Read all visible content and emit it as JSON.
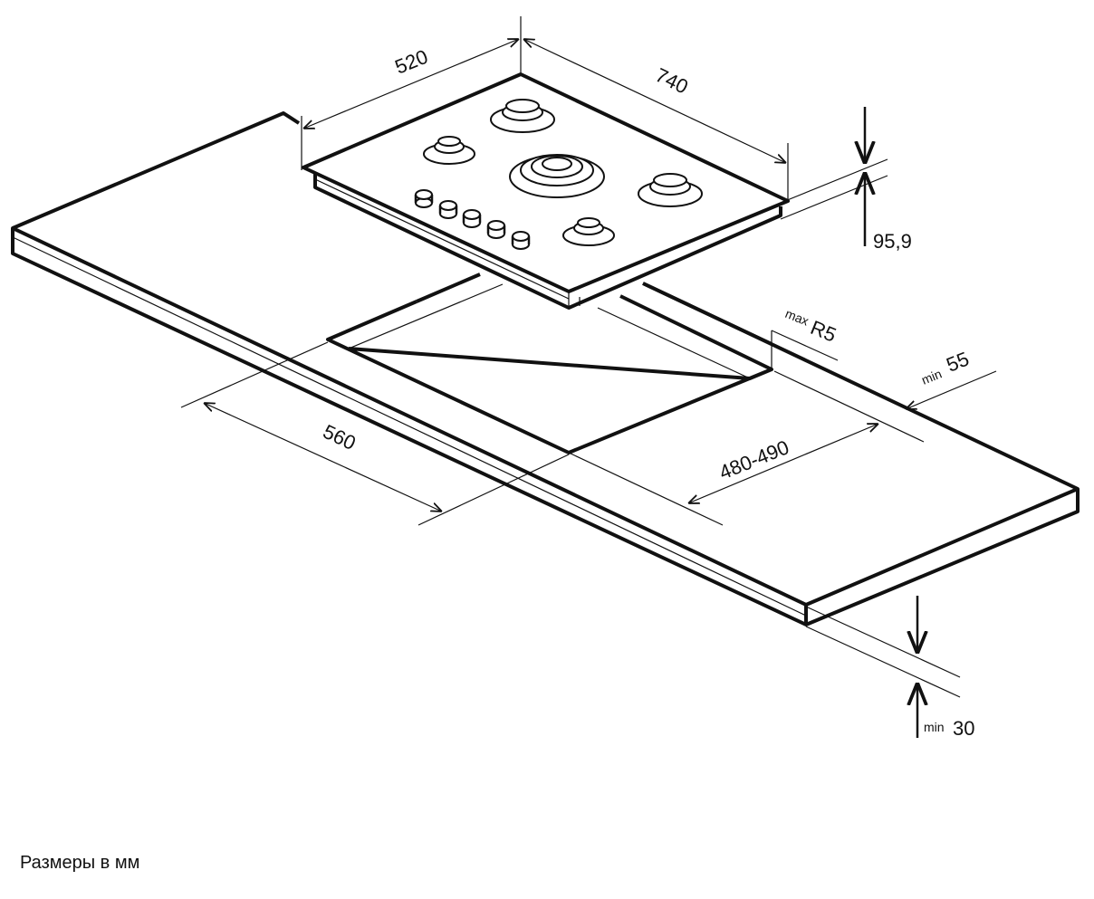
{
  "dimensions": {
    "hob_depth": "520",
    "hob_width": "740",
    "hob_height": "95,9",
    "max_radius_prefix": "max",
    "max_radius_value": "R5",
    "min_back_prefix": "min",
    "min_back_value": "55",
    "cutout_width": "480-490",
    "cutout_depth": "560",
    "min_thickness_prefix": "min",
    "min_thickness_value": "30"
  },
  "caption": "Размеры в мм"
}
